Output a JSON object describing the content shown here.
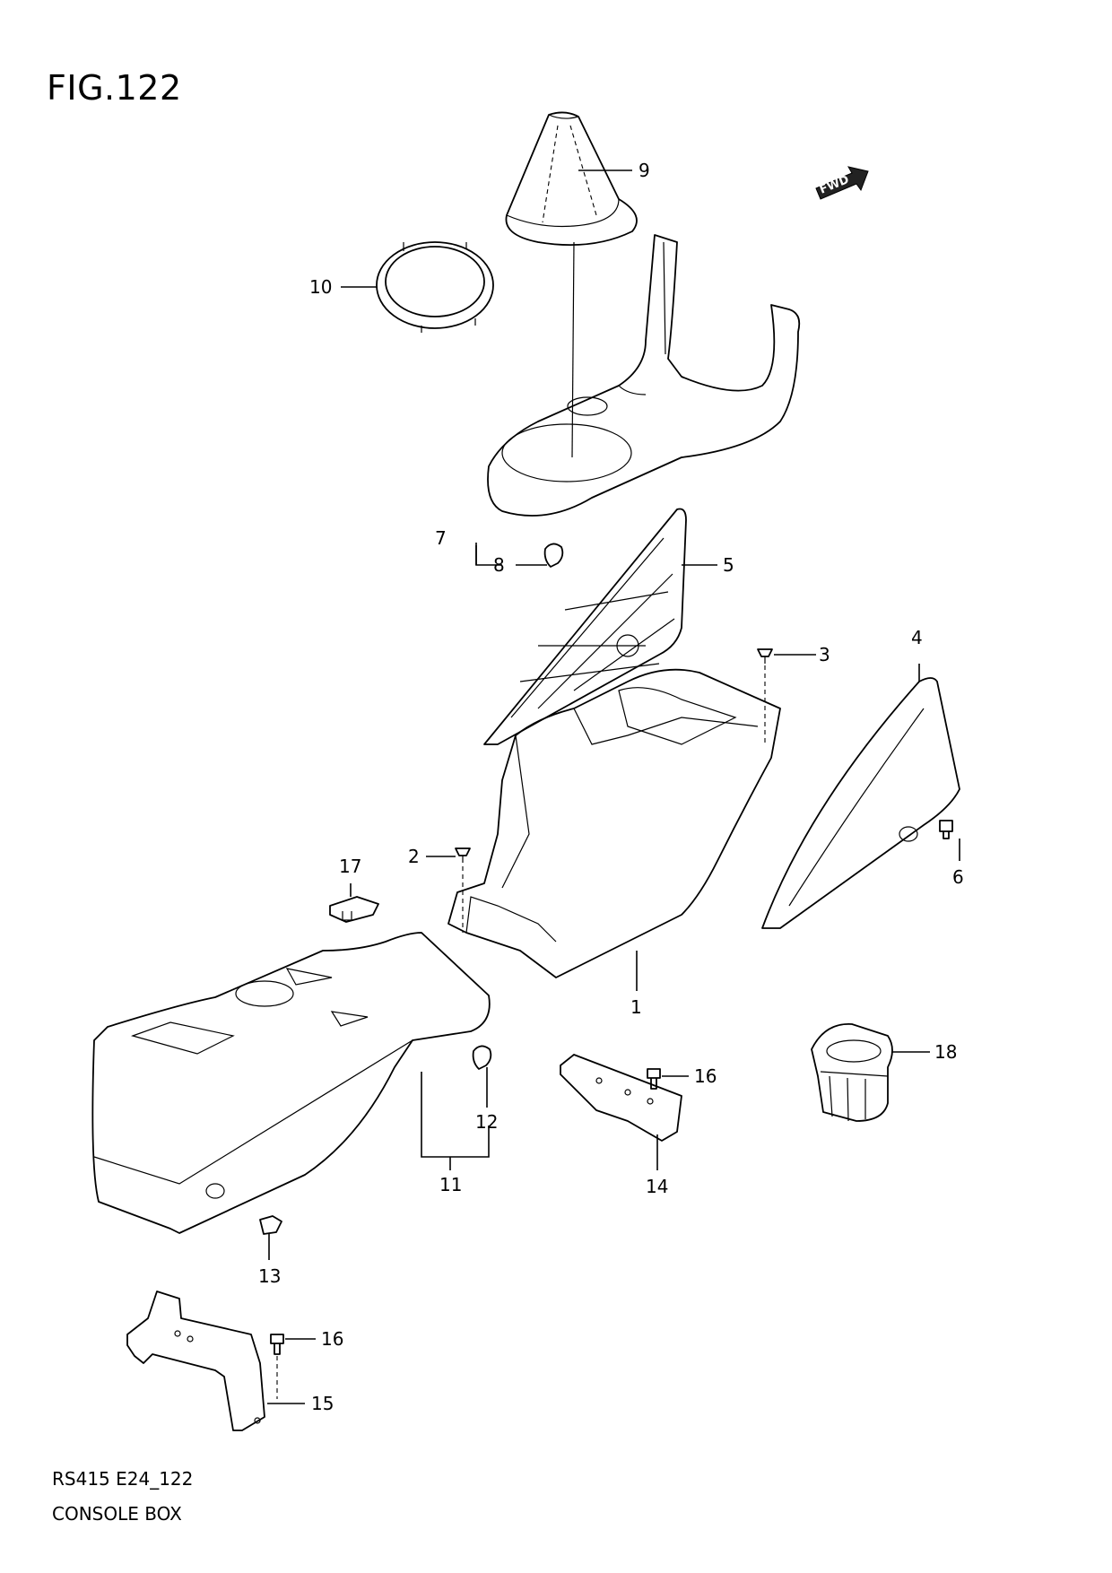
{
  "figure": {
    "title": "FIG.122",
    "code": "RS415 E24_122",
    "caption": "CONSOLE BOX"
  },
  "fwd_label": "FWD",
  "callouts": [
    "9",
    "10",
    "7",
    "8",
    "5",
    "4",
    "3",
    "6",
    "2",
    "17",
    "1",
    "18",
    "16",
    "12",
    "11",
    "14",
    "13",
    "16",
    "15"
  ]
}
